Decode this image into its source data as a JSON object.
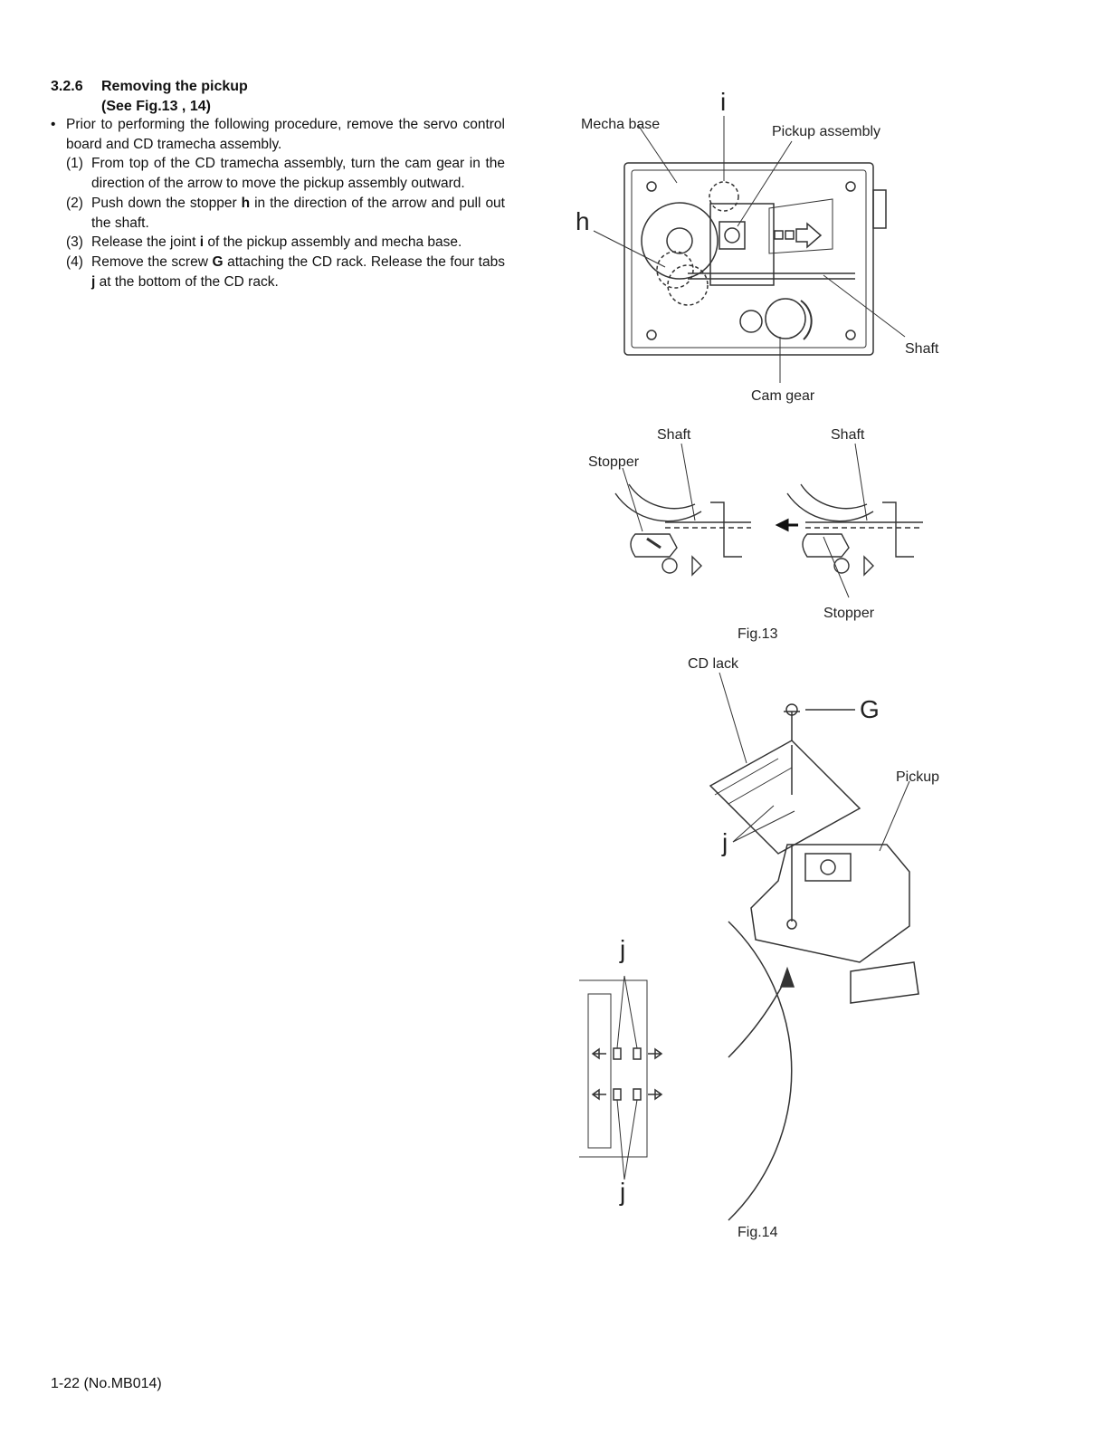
{
  "section": {
    "number": "3.2.6",
    "title": "Removing the pickup",
    "subtitle": "(See Fig.13 , 14)"
  },
  "bullet": {
    "mark": "•",
    "text": "Prior to performing the following procedure, remove the servo control board and CD tramecha assembly."
  },
  "steps": [
    {
      "num": "(1)",
      "text": "From top of the CD tramecha assembly, turn the cam gear in the direction of the arrow to move the pickup assembly outward."
    },
    {
      "num": "(2)",
      "pre": "Push down the stopper ",
      "key": "h",
      "post": " in the direction of the arrow and pull out the shaft."
    },
    {
      "num": "(3)",
      "pre": "Release the joint ",
      "key": "i",
      "post": " of the pickup assembly and mecha base."
    },
    {
      "num": "(4)",
      "pre": "Remove the screw ",
      "key": "G",
      "mid": " attaching the CD rack. Release the four tabs ",
      "key2": "j",
      "post": " at the bottom of the CD rack."
    }
  ],
  "fig13": {
    "labels": {
      "mecha_base": "Mecha base",
      "i": "i",
      "pickup_assembly": "Pickup assembly",
      "h": "h",
      "shaft": "Shaft",
      "cam_gear": "Cam gear",
      "stopper": "Stopper"
    },
    "caption": "Fig.13"
  },
  "fig14": {
    "labels": {
      "cd_lack": "CD lack",
      "g": "G",
      "pickup": "Pickup",
      "j": "j"
    },
    "caption": "Fig.14"
  },
  "footer": "1-22 (No.MB014)"
}
